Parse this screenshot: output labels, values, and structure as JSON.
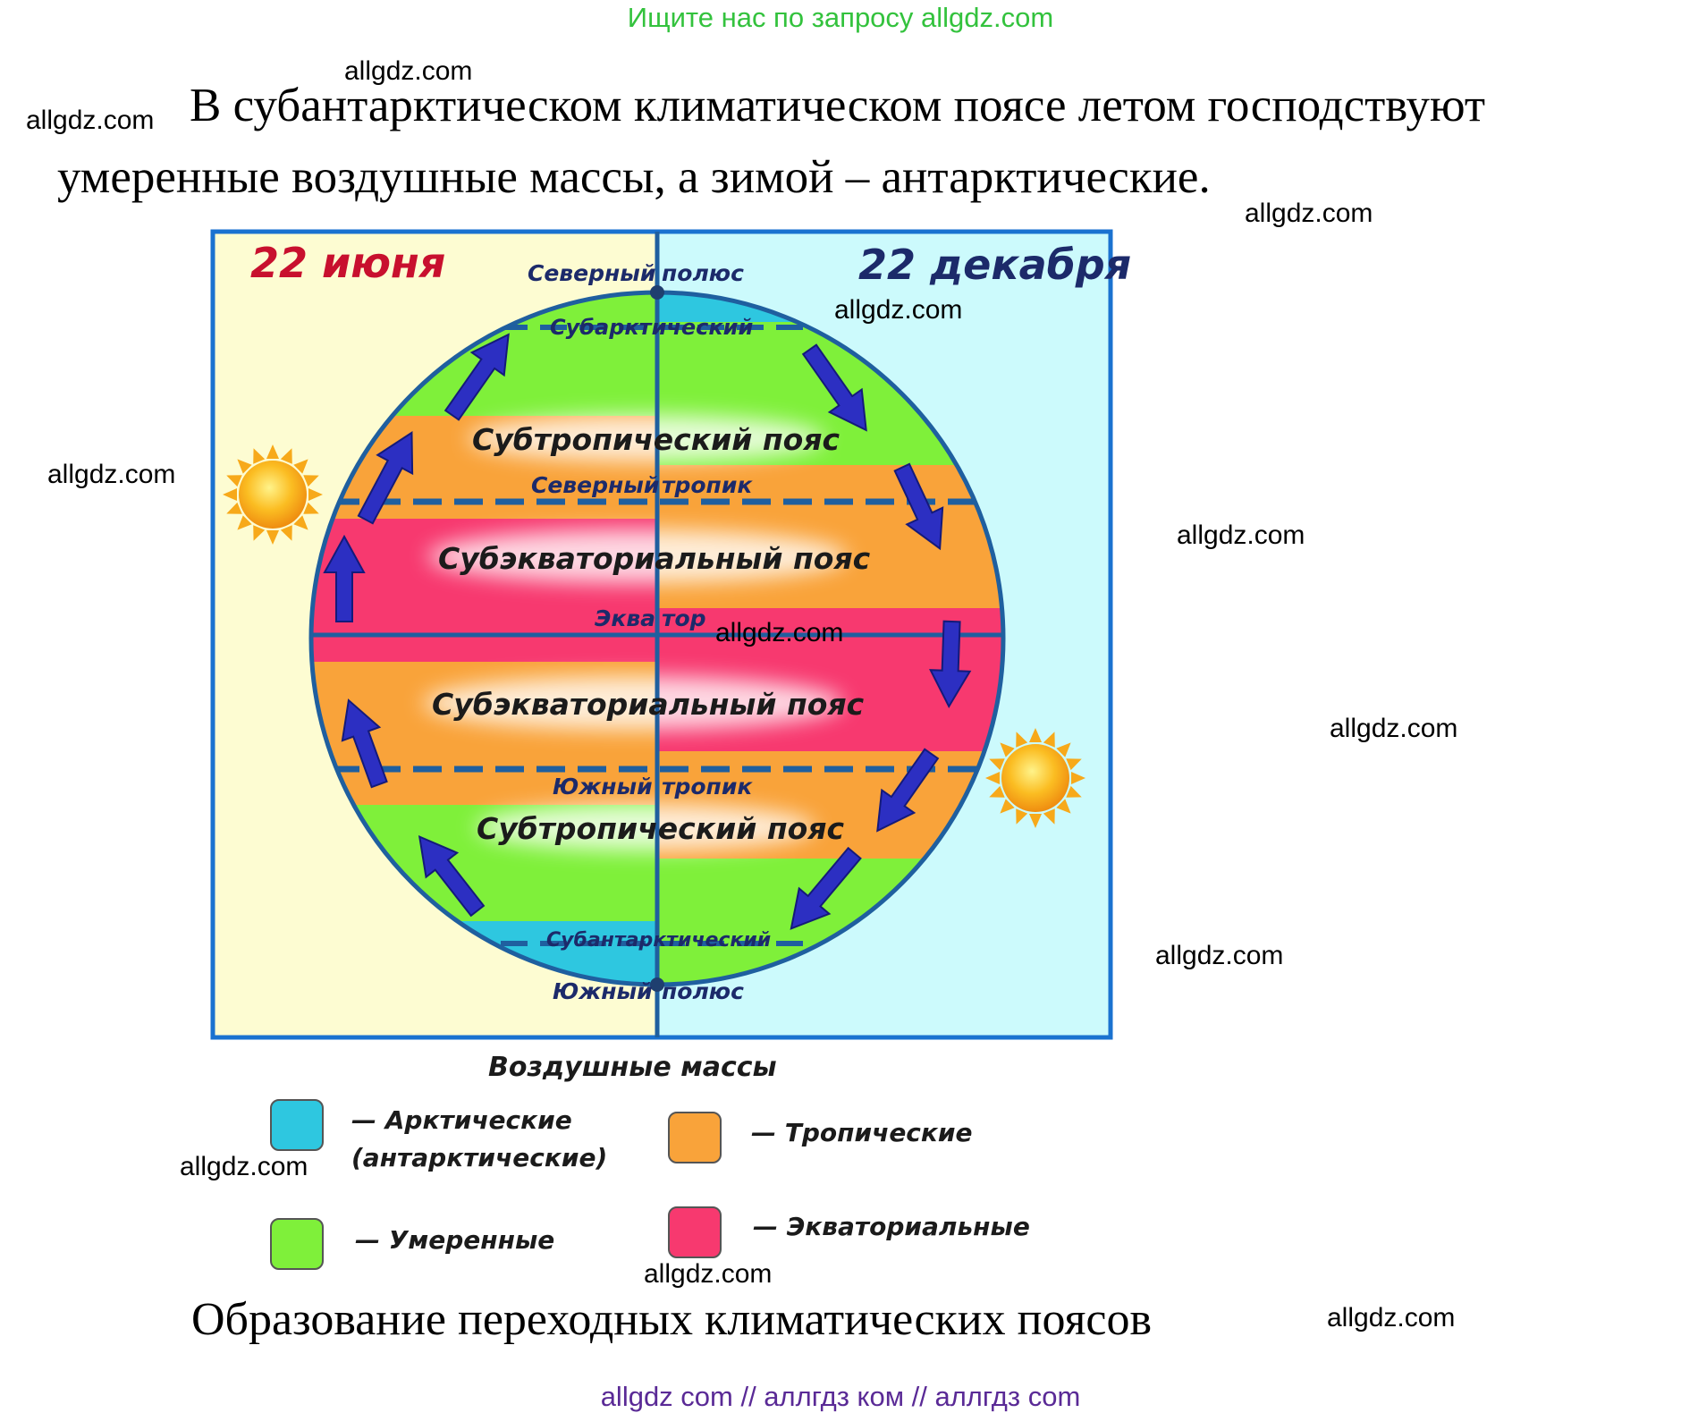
{
  "banner": "Ищите нас по запросу allgdz.com",
  "intro": {
    "line1": "В субантарктическом климатическом поясе летом господствуют",
    "line2": "умеренные воздушные массы, а зимой – антарктические."
  },
  "diagram": {
    "left_date": "22 июня",
    "right_date": "22 декабря",
    "north_pole": [
      "Северный",
      "полюс"
    ],
    "south_pole": [
      "Южный",
      "полюс"
    ],
    "subarctic": "Субарктический",
    "subantarctic": "Субантарктический",
    "subtropical_north": "Субтропический  пояс",
    "subtropical_south": "Субтропический пояс",
    "north_tropic": [
      "Северный",
      "тропик"
    ],
    "south_tropic": [
      "Южный",
      "тропик"
    ],
    "subequatorial_north": "Субэкваториальный пояс",
    "subequatorial_south": "Субэкваториальный пояс",
    "equator": [
      "Эква",
      "тор"
    ],
    "colors": {
      "arctic": "#2ec7e0",
      "temperate": "#7ff03a",
      "tropical": "#f9a33a",
      "equatorial": "#f7396f",
      "left_bg": "#fdfcd2",
      "right_bg": "#ccfafc",
      "frame": "#1a72d0",
      "arrow": "#2c2fc2"
    }
  },
  "legend": {
    "title": "Воздушные массы",
    "items": [
      {
        "label": "— Арктические",
        "label2": "(антарктические)",
        "color": "#2ec7e0"
      },
      {
        "label": "— Тропические",
        "color": "#f9a33a"
      },
      {
        "label": "— Умеренные",
        "color": "#7ff03a"
      },
      {
        "label": "— Экваториальные",
        "color": "#f7396f"
      }
    ]
  },
  "caption": "Образование переходных климатических поясов",
  "watermark": "allgdz.com",
  "bottom_links": "allgdz com  //  аллгдз ком  //  аллгдз com"
}
